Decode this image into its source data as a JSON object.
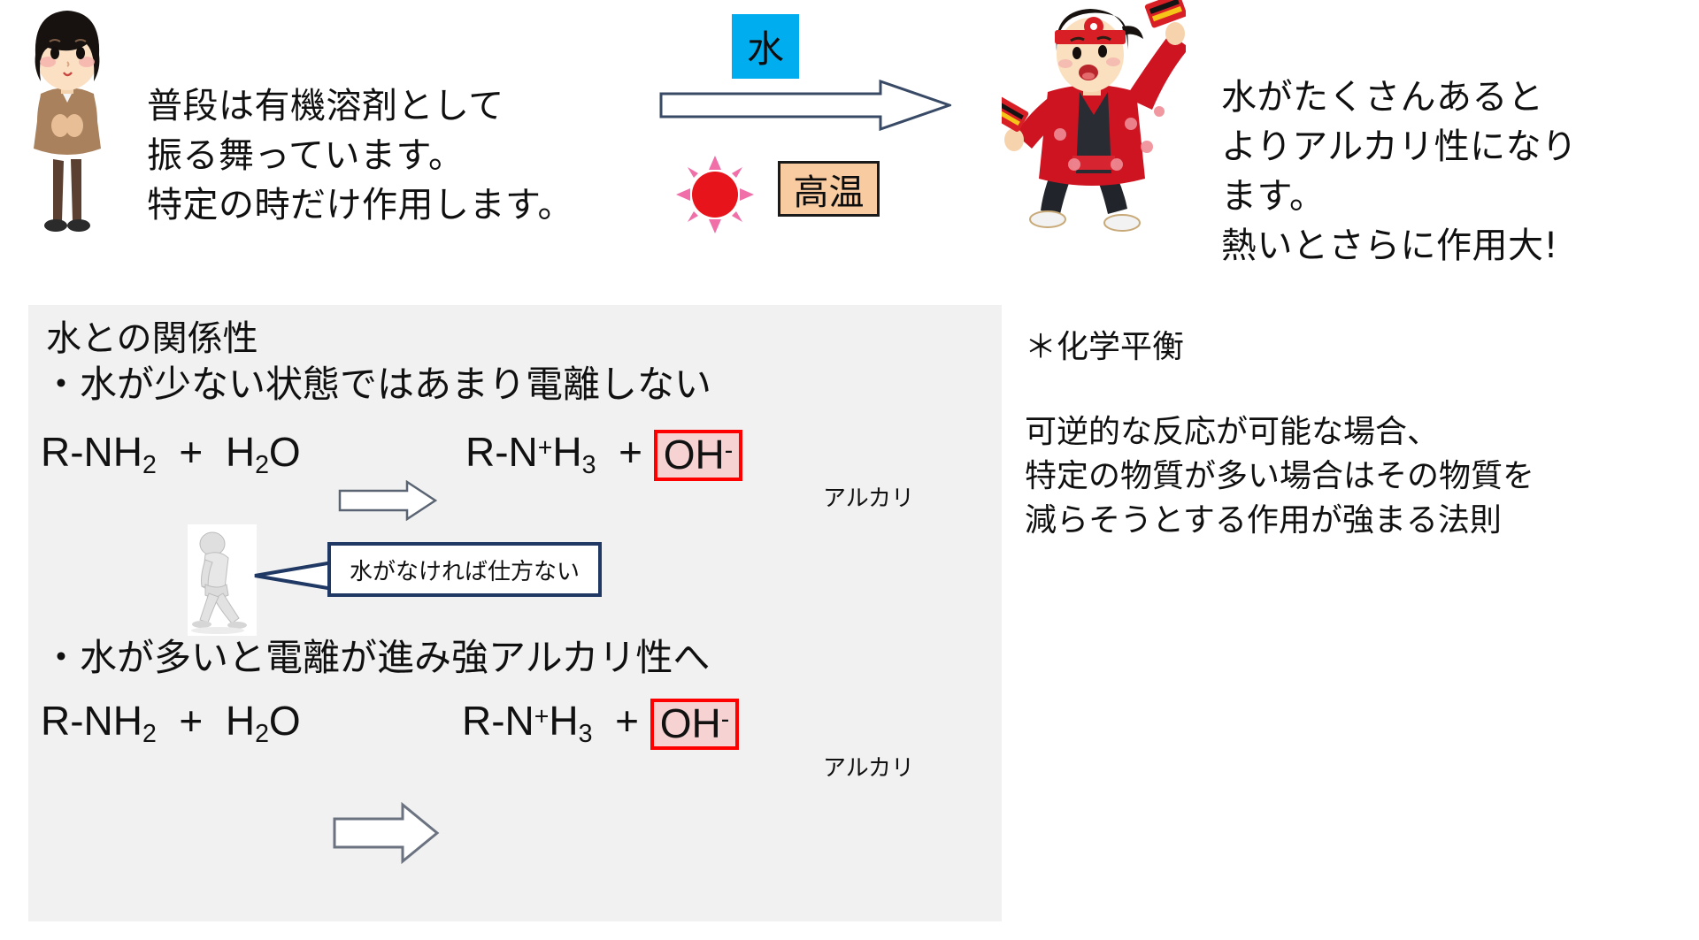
{
  "top": {
    "left_character": "quiet-woman-illustration",
    "left_caption": "普段は有機溶剤として\n振る舞っています。\n特定の時だけ作用します。",
    "water_chip": "水",
    "heat_chip": "高温",
    "sun_icon": "sun-icon",
    "transition_arrow": "right-arrow-icon",
    "right_character": "festival-dancer-illustration",
    "right_caption": "水がたくさんあると\nよりアルカリ性になり\nます。\n熱いとさらに作用大!"
  },
  "panel": {
    "heading": "水との関係性",
    "bullet_1": "・水が少ない状態ではあまり電離しない",
    "bullet_2": "・水が多いと電離が進み強アルカリ性へ",
    "equation_1": {
      "left": "R-NH₂ + H₂O",
      "right_prefix": "R-N⁺H₃ + ",
      "product": "OH⁻",
      "product_label": "アルカリ",
      "arrow": "small-right-arrow-icon"
    },
    "equation_2": {
      "left": "R-NH₂ + H₂O",
      "right_prefix": "R-N⁺H₃ + ",
      "product": "OH⁻",
      "product_label": "アルカリ",
      "arrow": "large-right-arrow-icon"
    },
    "speech_bubble": "水がなければ仕方ない",
    "walker_icon": "walking-figure-illustration"
  },
  "right_column": {
    "title": "＊化学平衡",
    "body": "可逆的な反応が可能な場合、\n特定の物質が多い場合はその物質を\n減らそうとする作用が強まる法則"
  },
  "colors": {
    "water_chip_bg": "#00AEEF",
    "heat_chip_bg": "#F8CBA0",
    "panel_bg": "#F1F1F1",
    "highlight_border": "#FF0000",
    "highlight_bg": "#F7D2D2",
    "bubble_border": "#1F3864"
  }
}
